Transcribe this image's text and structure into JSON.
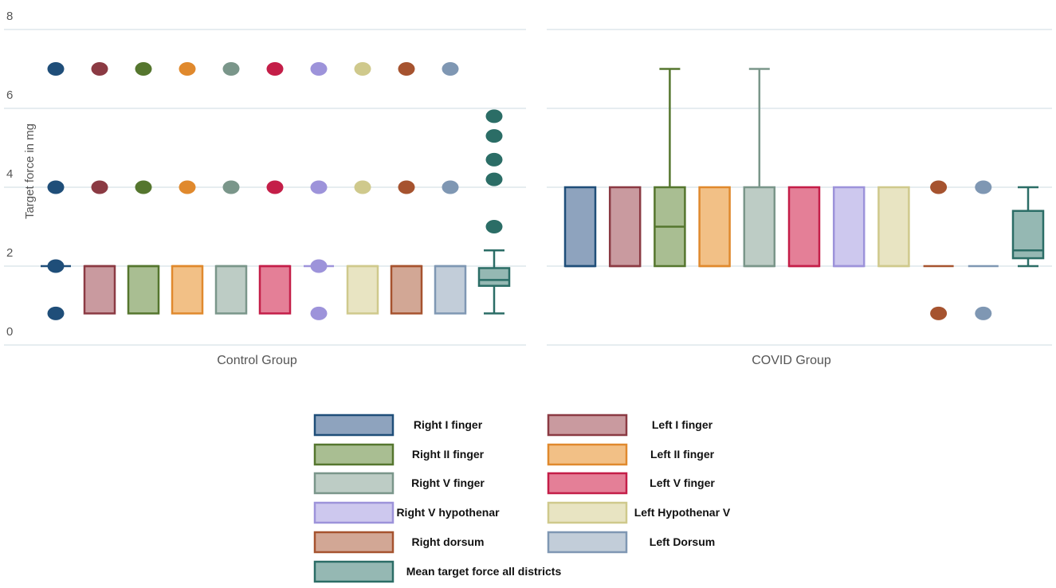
{
  "chart_data": {
    "type": "box",
    "ylabel": "Target force in mg",
    "y_ticks": [
      "0",
      "2",
      "4",
      "6",
      "8"
    ],
    "ylim": [
      0,
      8
    ],
    "grid": true,
    "legend_placement": "bottom",
    "series": [
      {
        "name": "Right I finger",
        "stroke": "#1F4E79",
        "fill": "#8EA3BE"
      },
      {
        "name": "Left I finger",
        "stroke": "#8B3A43",
        "fill": "#C99A9F"
      },
      {
        "name": "Right II finger",
        "stroke": "#55762E",
        "fill": "#A9BE92"
      },
      {
        "name": "Left II finger",
        "stroke": "#E0892D",
        "fill": "#F2C086"
      },
      {
        "name": "Right V finger",
        "stroke": "#7A968A",
        "fill": "#BDCCC5"
      },
      {
        "name": "Left V finger",
        "stroke": "#C41E48",
        "fill": "#E47F97"
      },
      {
        "name": "Right V hypothenar",
        "stroke": "#9D93DA",
        "fill": "#CDC8EE"
      },
      {
        "name": "Left Hypothenar V",
        "stroke": "#CFC98C",
        "fill": "#E8E4C2"
      },
      {
        "name": "Right dorsum",
        "stroke": "#A6532F",
        "fill": "#D2A795"
      },
      {
        "name": "Left Dorsum",
        "stroke": "#7F97B3",
        "fill": "#C2CDD9"
      },
      {
        "name": "Mean target force all districts",
        "stroke": "#2B6D66",
        "fill": "#95B8B3"
      }
    ],
    "groups": [
      {
        "name": "Control Group",
        "boxes": [
          {
            "q1": 2,
            "median": 2,
            "q3": 2,
            "whisker_low": 2,
            "whisker_high": 2,
            "outliers": [
              0.8,
              2,
              4,
              7
            ]
          },
          {
            "q1": 0.8,
            "median": 2,
            "q3": 2,
            "whisker_low": 0.8,
            "whisker_high": 2,
            "outliers": [
              4,
              7
            ]
          },
          {
            "q1": 0.8,
            "median": 2,
            "q3": 2,
            "whisker_low": 0.8,
            "whisker_high": 2,
            "outliers": [
              4,
              7
            ]
          },
          {
            "q1": 0.8,
            "median": 2,
            "q3": 2,
            "whisker_low": 0.8,
            "whisker_high": 2,
            "outliers": [
              4,
              7
            ]
          },
          {
            "q1": 0.8,
            "median": 2,
            "q3": 2,
            "whisker_low": 0.8,
            "whisker_high": 2,
            "outliers": [
              4,
              7
            ]
          },
          {
            "q1": 0.8,
            "median": 2,
            "q3": 2,
            "whisker_low": 0.8,
            "whisker_high": 2,
            "outliers": [
              4,
              7
            ]
          },
          {
            "q1": 2,
            "median": 2,
            "q3": 2,
            "whisker_low": 2,
            "whisker_high": 2,
            "outliers": [
              0.8,
              2,
              4,
              7
            ]
          },
          {
            "q1": 0.8,
            "median": 2,
            "q3": 2,
            "whisker_low": 0.8,
            "whisker_high": 2,
            "outliers": [
              4,
              7
            ]
          },
          {
            "q1": 0.8,
            "median": 2,
            "q3": 2,
            "whisker_low": 0.8,
            "whisker_high": 2,
            "outliers": [
              4,
              7
            ]
          },
          {
            "q1": 0.8,
            "median": 2,
            "q3": 2,
            "whisker_low": 0.8,
            "whisker_high": 2,
            "outliers": [
              4,
              7
            ]
          },
          {
            "q1": 1.5,
            "median": 1.65,
            "q3": 1.95,
            "whisker_low": 0.8,
            "whisker_high": 2.4,
            "outliers": [
              3,
              4.2,
              4.7,
              5.3,
              5.8
            ]
          }
        ]
      },
      {
        "name": "COVID Group",
        "boxes": [
          {
            "q1": 2,
            "median": 2,
            "q3": 4,
            "whisker_low": 2,
            "whisker_high": 4,
            "outliers": []
          },
          {
            "q1": 2,
            "median": 2,
            "q3": 4,
            "whisker_low": 2,
            "whisker_high": 4,
            "outliers": []
          },
          {
            "q1": 2,
            "median": 3,
            "q3": 4,
            "whisker_low": 2,
            "whisker_high": 7,
            "outliers": []
          },
          {
            "q1": 2,
            "median": 2,
            "q3": 4,
            "whisker_low": 2,
            "whisker_high": 4,
            "outliers": []
          },
          {
            "q1": 2,
            "median": 2,
            "q3": 4,
            "whisker_low": 2,
            "whisker_high": 7,
            "outliers": []
          },
          {
            "q1": 2,
            "median": 2,
            "q3": 4,
            "whisker_low": 2,
            "whisker_high": 4,
            "outliers": []
          },
          {
            "q1": 2,
            "median": 2,
            "q3": 4,
            "whisker_low": 2,
            "whisker_high": 4,
            "outliers": []
          },
          {
            "q1": 2,
            "median": 2,
            "q3": 4,
            "whisker_low": 2,
            "whisker_high": 4,
            "outliers": []
          },
          {
            "q1": 2,
            "median": 2,
            "q3": 2,
            "whisker_low": 2,
            "whisker_high": 2,
            "outliers": [
              0.8,
              4
            ]
          },
          {
            "q1": 2,
            "median": 2,
            "q3": 2,
            "whisker_low": 2,
            "whisker_high": 2,
            "outliers": [
              0.8,
              4
            ]
          },
          {
            "q1": 2.2,
            "median": 2.4,
            "q3": 3.4,
            "whisker_low": 2,
            "whisker_high": 4,
            "outliers": []
          }
        ]
      }
    ]
  }
}
